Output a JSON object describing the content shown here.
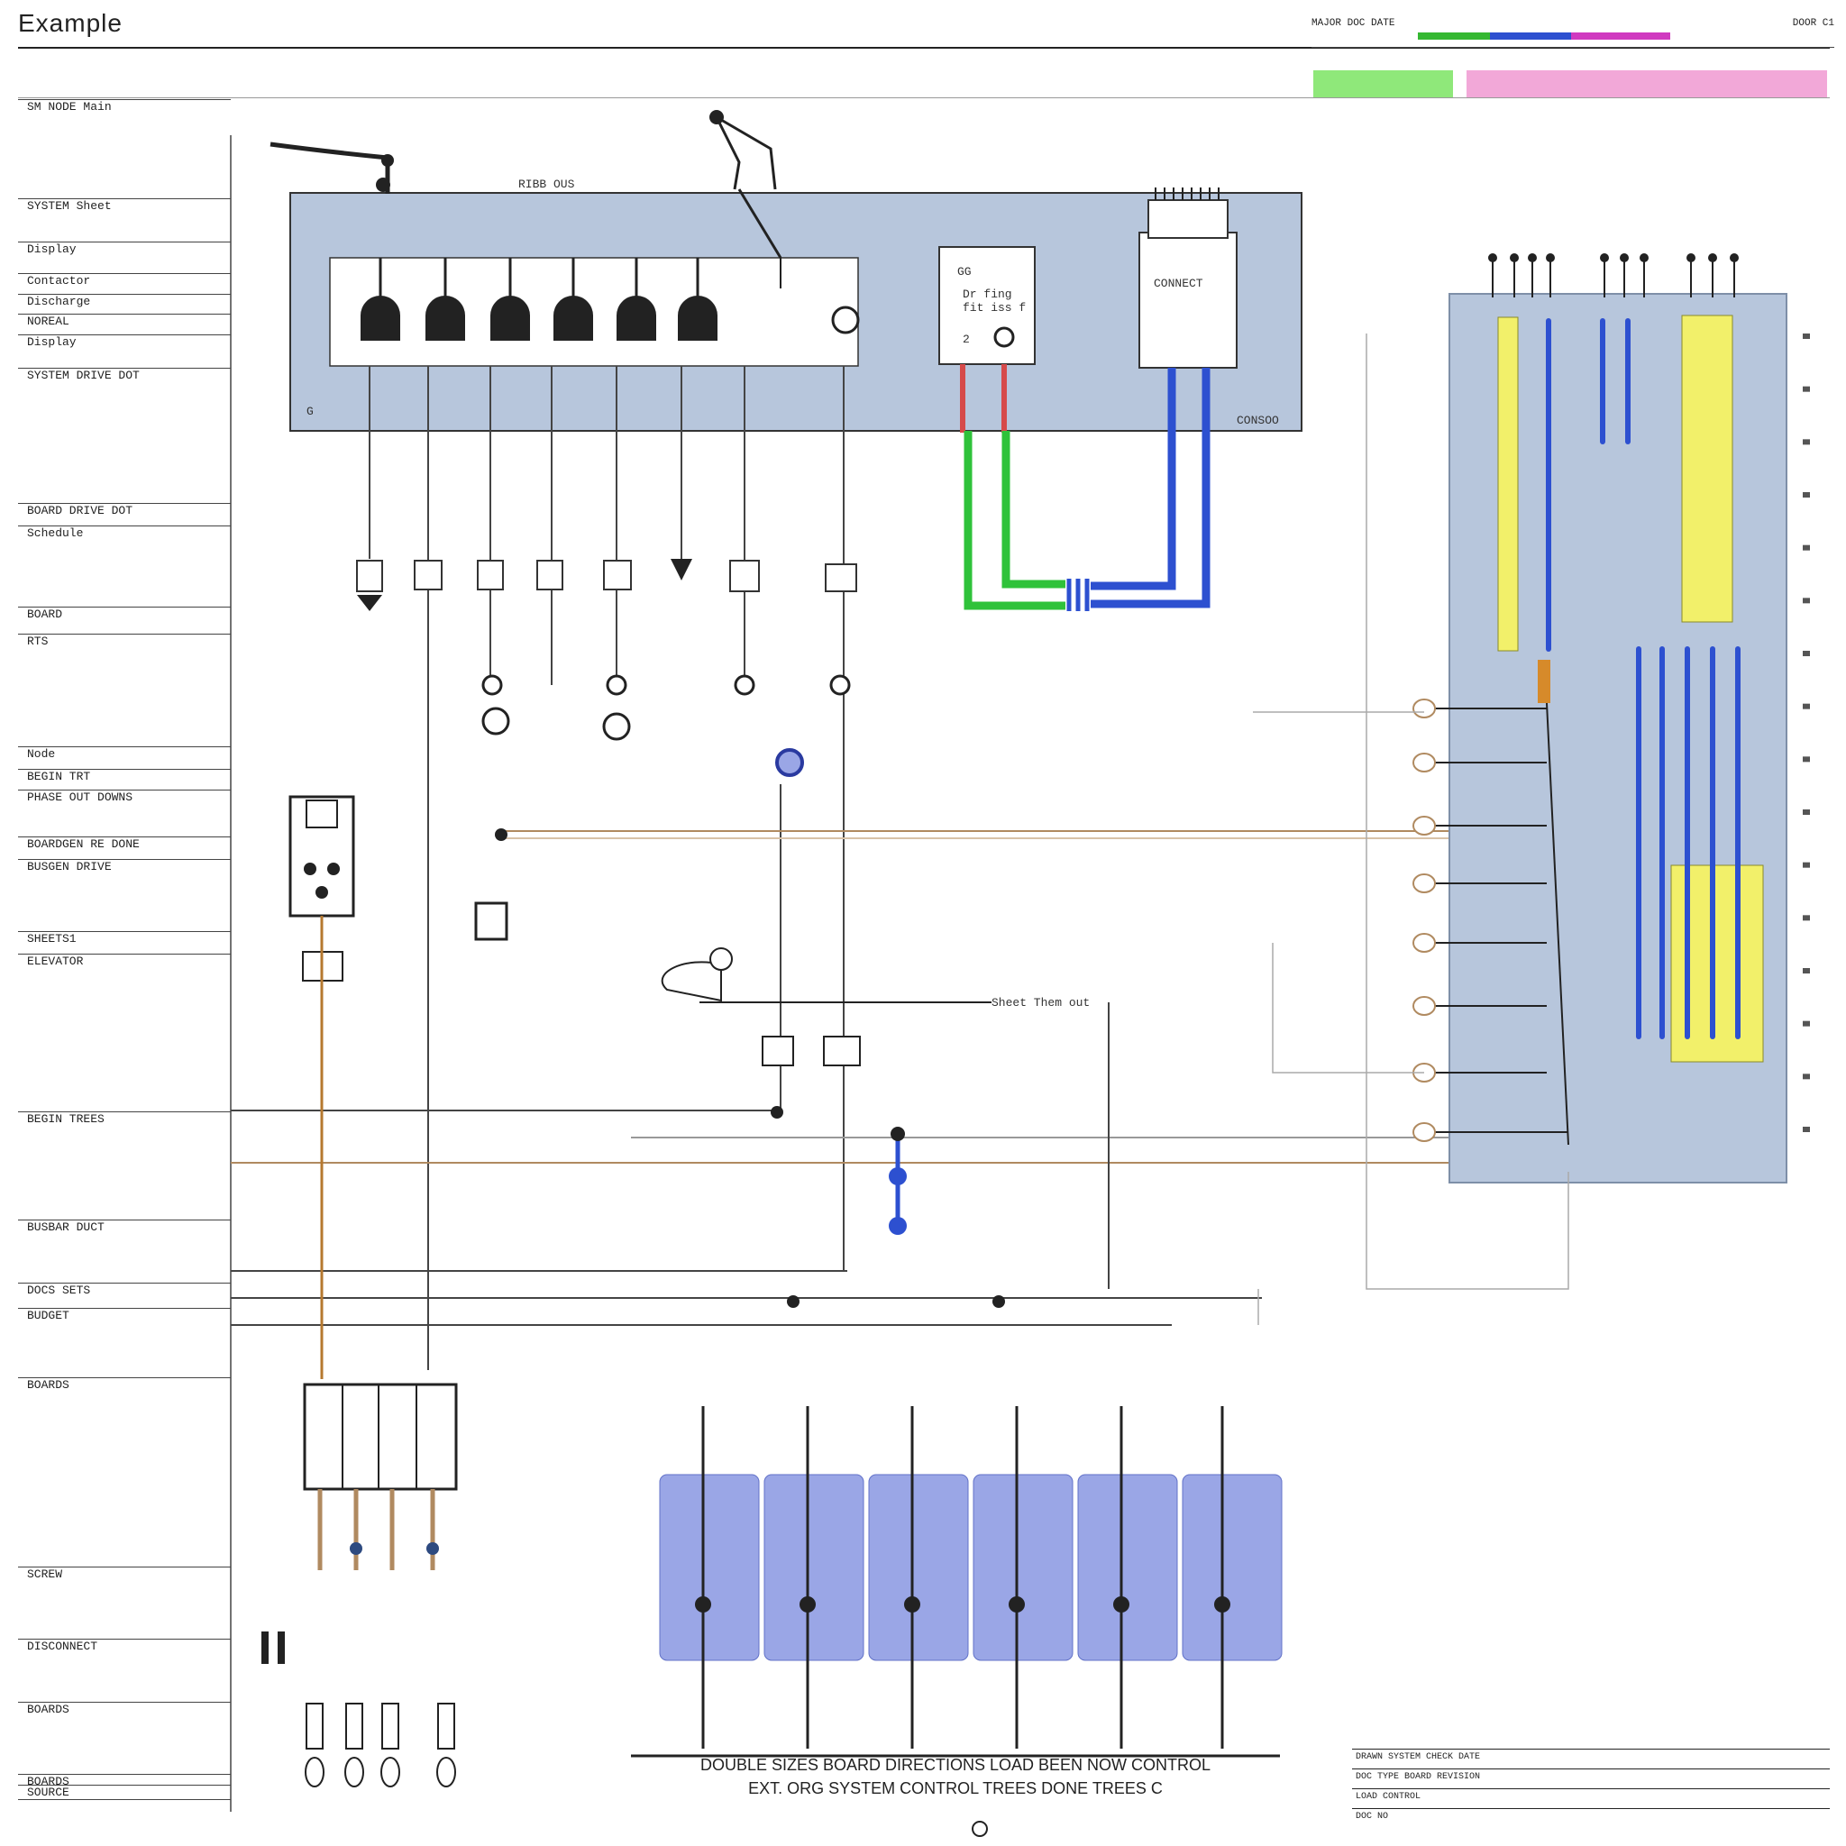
{
  "header": {
    "title": "Example"
  },
  "legend": {
    "items": [
      "SM NODE Main",
      "SYSTEM Sheet",
      "Display",
      "Contactor",
      "Discharge",
      "NOREAL",
      "Display",
      "SYSTEM DRIVE DOT",
      "BOARD DRIVE DOT",
      "Schedule",
      "BOARD",
      "RTS",
      "Node",
      "BEGIN TRT",
      "PHASE OUT DOWNS",
      "BOARDGEN RE DONE",
      "BUSGEN DRIVE",
      "SHEETS1",
      "ELEVATOR",
      "BEGIN TREES",
      "BUSBAR DUCT",
      "DOCS SETS",
      "BUDGET",
      "BOARDS",
      "SCREW",
      "DISCONNECT",
      "BOARDS",
      "BOARDS",
      "SOURCE"
    ]
  },
  "diagram": {
    "top_panel": {
      "label": "RIBB OUS",
      "left_mark": "G",
      "right_mark": "CONSOO"
    },
    "annotation_mid": "Sheet Them out",
    "relay_unit": {
      "lines": [
        "GG",
        "Dr fing",
        "fit iss f",
        "2"
      ]
    },
    "connector_unit": {
      "label": "CONNECT"
    },
    "right_pin_count": 16
  },
  "footer": {
    "caption_line1": "DOUBLE SIZES BOARD DIRECTIONS LOAD BEEN NOW CONTROL",
    "caption_line2": "EXT. ORG SYSTEM CONTROL TREES DONE TREES C"
  },
  "top_right": {
    "header_left": "MAJOR DOC DATE",
    "header_right": "DOOR C1",
    "colors": {
      "green": "#8fe87a",
      "pink": "#f2a8d8"
    }
  },
  "title_block": {
    "rows": [
      "DRAWN SYSTEM CHECK DATE",
      "DOC TYPE BOARD REVISION",
      "LOAD CONTROL",
      "DOC NO"
    ]
  }
}
